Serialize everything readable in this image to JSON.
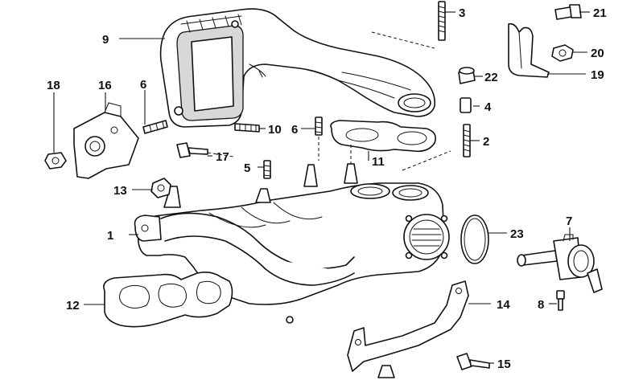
{
  "diagram": {
    "callouts": [
      "1",
      "2",
      "3",
      "4",
      "5",
      "6",
      "6",
      "7",
      "8",
      "9",
      "10",
      "11",
      "12",
      "13",
      "14",
      "15",
      "16",
      "17",
      "18",
      "19",
      "20",
      "21",
      "22",
      "23"
    ]
  }
}
